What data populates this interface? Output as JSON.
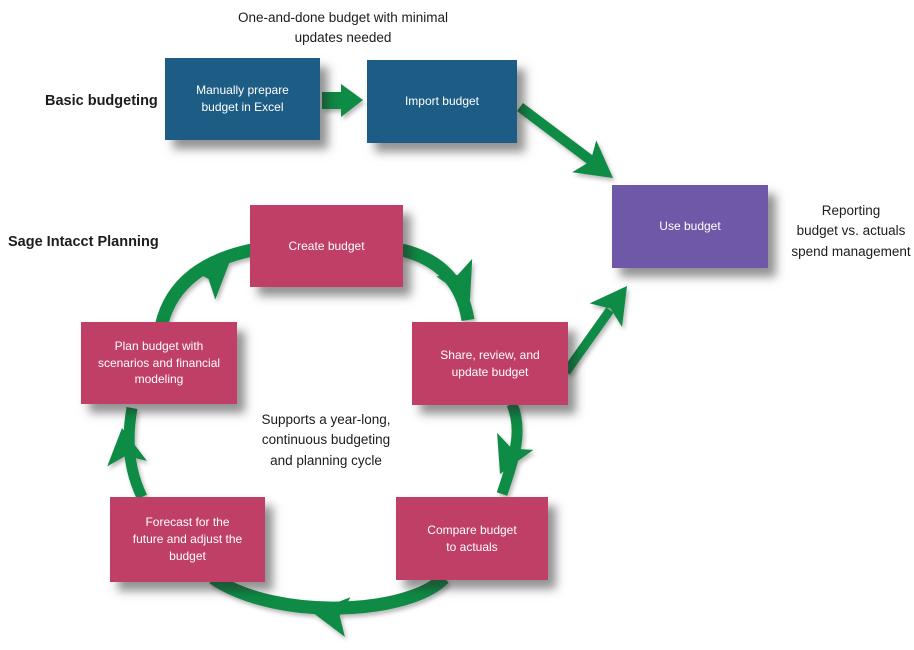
{
  "colors": {
    "blue": "#1d5d85",
    "pink": "#bf3f67",
    "purple": "#6f58a8",
    "green": "#0e8b45",
    "text": "#1c1c1c"
  },
  "annotations": {
    "one_and_done": "One-and-done budget with minimal\nupdates needed",
    "reporting": "Reporting\nbudget vs. actuals\nspend management",
    "cycle": "Supports a year-long,\ncontinuous budgeting\nand planning cycle"
  },
  "row_labels": {
    "basic": "Basic budgeting",
    "sage": "Sage Intacct Planning"
  },
  "nodes": {
    "manual": {
      "label": "Manually prepare\nbudget in Excel"
    },
    "import": {
      "label": "Import budget"
    },
    "use": {
      "label": "Use budget"
    },
    "create": {
      "label": "Create budget"
    },
    "share": {
      "label": "Share, review, and\nupdate budget"
    },
    "plan": {
      "label": "Plan budget with\nscenarios and financial\nmodeling"
    },
    "forecast": {
      "label": "Forecast for the\nfuture and adjust the\nbudget"
    },
    "compare": {
      "label": "Compare budget\nto actuals"
    }
  }
}
